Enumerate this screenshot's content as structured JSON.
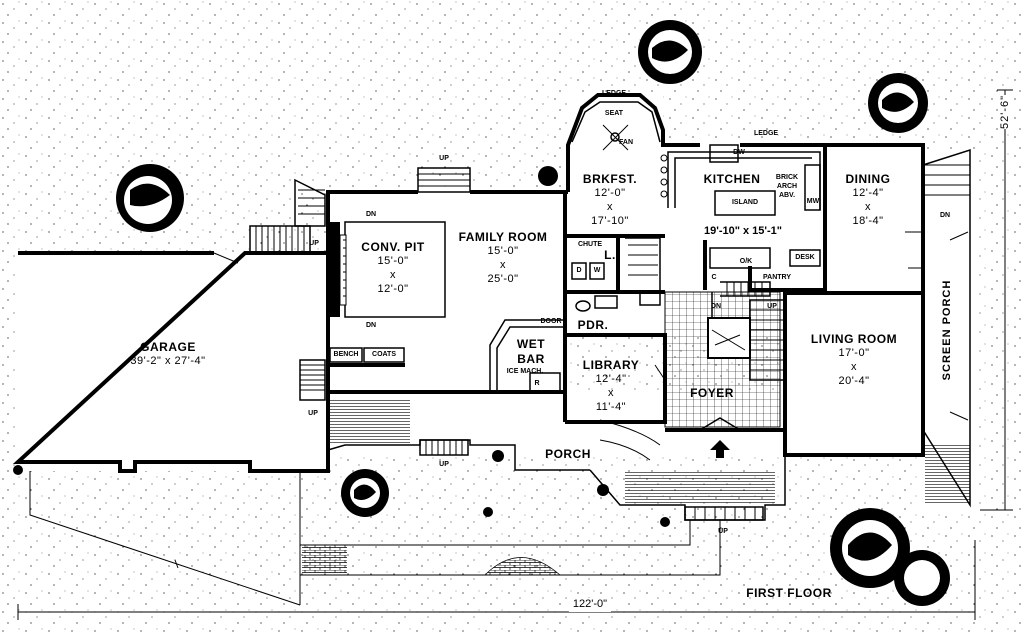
{
  "rooms": {
    "garage": {
      "name": "GARAGE",
      "size": "39'-2\" x 27'-4\""
    },
    "conv_pit": {
      "name": "CONV. PIT",
      "w": "15'-0\"",
      "x": "x",
      "h": "12'-0\""
    },
    "family_room": {
      "name": "FAMILY ROOM",
      "w": "15'-0\"",
      "x": "x",
      "h": "25'-0\""
    },
    "brkfst": {
      "name": "BRKFST.",
      "w": "12'-0\"",
      "x": "x",
      "h": "17'-10\""
    },
    "kitchen": {
      "name": "KITCHEN",
      "size": "19'-10\" x 15'-1\""
    },
    "dining": {
      "name": "DINING",
      "w": "12'-4\"",
      "x": "x",
      "h": "18'-4\""
    },
    "wet_bar": {
      "name1": "WET",
      "name2": "BAR"
    },
    "library": {
      "name": "LIBRARY",
      "w": "12'-4\"",
      "x": "x",
      "h": "11'-4\""
    },
    "living_room": {
      "name": "LIVING ROOM",
      "w": "17'-0\"",
      "x": "x",
      "h": "20'-4\""
    },
    "foyer": {
      "name": "FOYER"
    },
    "porch": {
      "name": "PORCH"
    },
    "pdr": {
      "name": "PDR."
    },
    "laundry": {
      "name": "L."
    },
    "screen_porch": {
      "name": "SCREEN PORCH"
    }
  },
  "fixtures": {
    "bench": "BENCH",
    "coats": "COATS",
    "door": "DOOR",
    "ice_mach": "ICE MACH.",
    "r": "R",
    "chute": "CHUTE",
    "d": "D",
    "w": "W",
    "c": "C",
    "seat": "SEAT",
    "ledge_top": "LEDGE",
    "fan": "FAN",
    "ledge": "LEDGE",
    "island": "ISLAND",
    "brick": "BRICK",
    "arch": "ARCH",
    "abv": "ABV.",
    "ok": "O/K",
    "pantry": "PANTRY",
    "desk": "DESK",
    "dw": "DW",
    "mw": "MW"
  },
  "labels": {
    "up": "UP",
    "dn": "DN",
    "first_floor": "FIRST FLOOR",
    "overall_width": "122'-0\"",
    "overall_depth": "52'-6\""
  }
}
